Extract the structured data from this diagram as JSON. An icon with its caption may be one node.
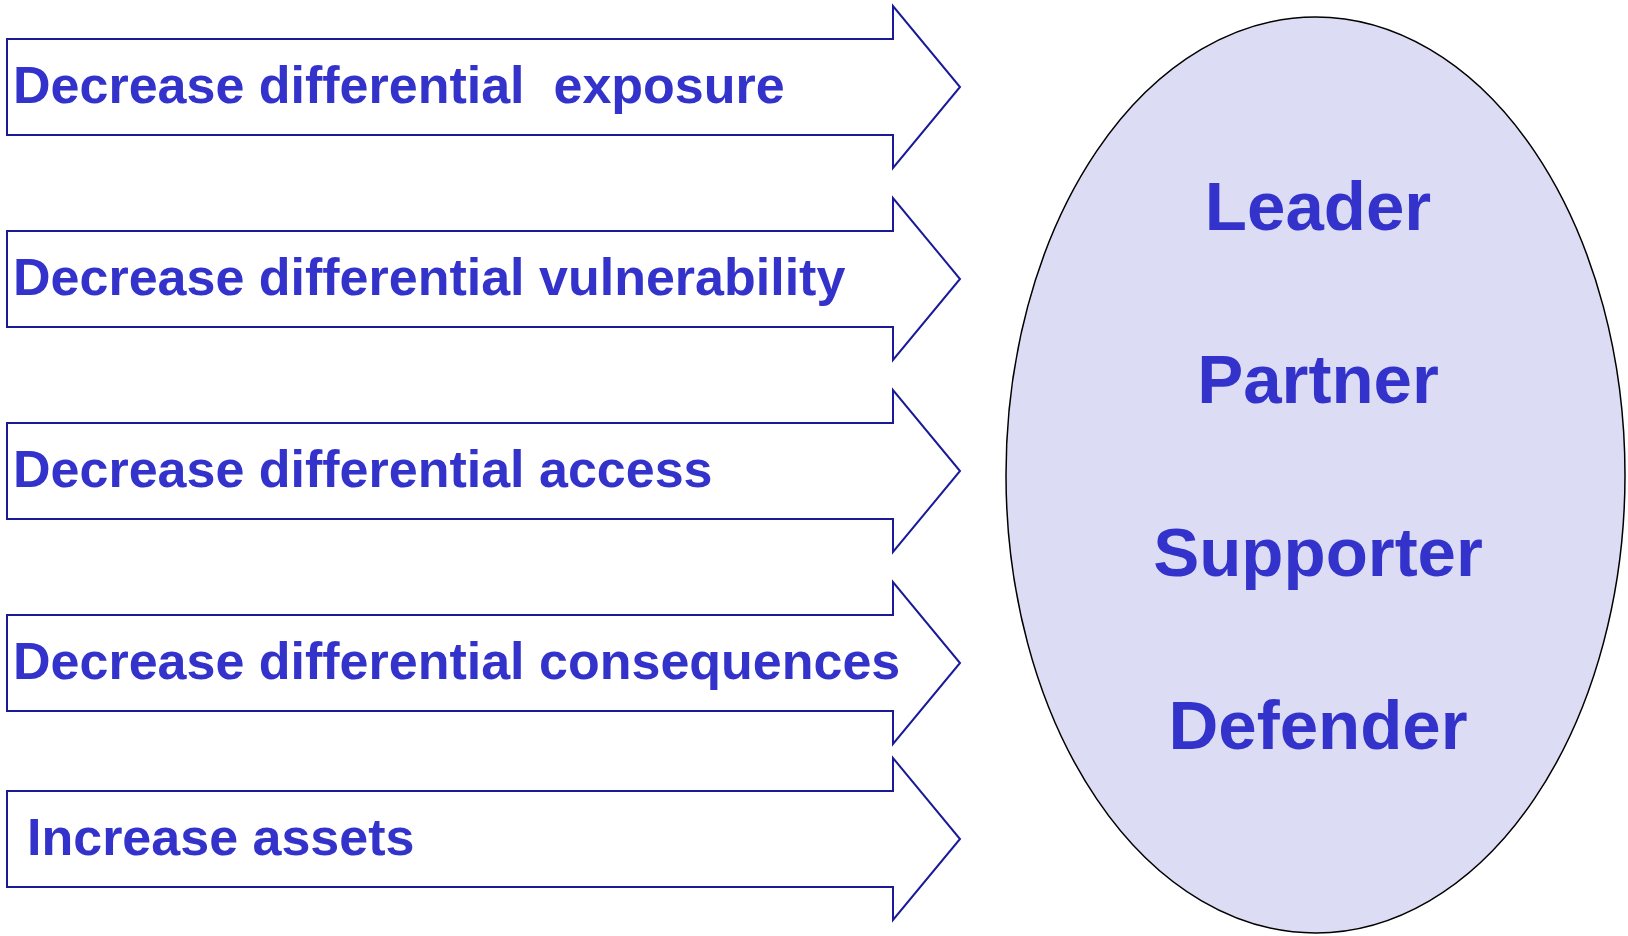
{
  "diagram": {
    "nodes": [
      {
        "text": [
          "Decrease differential  exposure"
        ]
      },
      {
        "text": [
          "Decrease differential vulnerability"
        ]
      },
      {
        "text": [
          "Decrease differential access"
        ]
      },
      {
        "text": [
          "Decrease differential consequences"
        ]
      },
      {
        "text": [
          "Increase assets"
        ]
      },
      {
        "text": [
          "Leader",
          "Partner",
          "Supporter",
          "Defender"
        ]
      }
    ]
  }
}
